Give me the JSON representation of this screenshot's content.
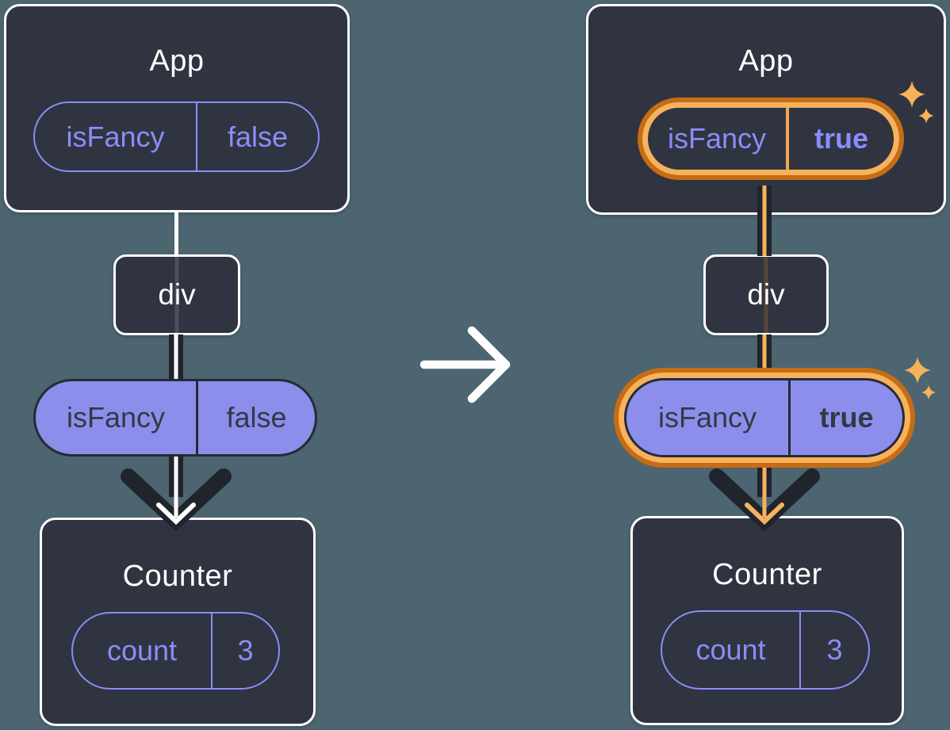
{
  "palette": {
    "background": "#4C6570",
    "card_fill": "#2F3440",
    "card_border": "#FFFFFF",
    "purple": "#8A8DF8",
    "purple_fill": "#8C8EEC",
    "dark_text": "#333945",
    "dark_line": "#20242C",
    "pill_outline_dark": "#262B34",
    "white_line": "#FFFFFF",
    "orange_light": "#F6B25C",
    "orange_dark": "#C76C14",
    "orange_divider": "#F0A850",
    "ghost_line_left": "#4A5062",
    "ghost_line_right": "#554636"
  },
  "diagrams": {
    "left": {
      "app": {
        "title": "App",
        "state_pill": {
          "key": "isFancy",
          "value": "false"
        }
      },
      "div_node": {
        "label": "div"
      },
      "prop_pill": {
        "key": "isFancy",
        "value": "false"
      },
      "counter": {
        "title": "Counter",
        "state_pill": {
          "key": "count",
          "value": "3"
        }
      }
    },
    "right": {
      "app": {
        "title": "App",
        "state_pill": {
          "key": "isFancy",
          "value": "true"
        }
      },
      "div_node": {
        "label": "div"
      },
      "prop_pill": {
        "key": "isFancy",
        "value": "true"
      },
      "counter": {
        "title": "Counter",
        "state_pill": {
          "key": "count",
          "value": "3"
        }
      }
    }
  },
  "icons": {
    "transition_arrow": "→",
    "sparkle": "✦"
  }
}
